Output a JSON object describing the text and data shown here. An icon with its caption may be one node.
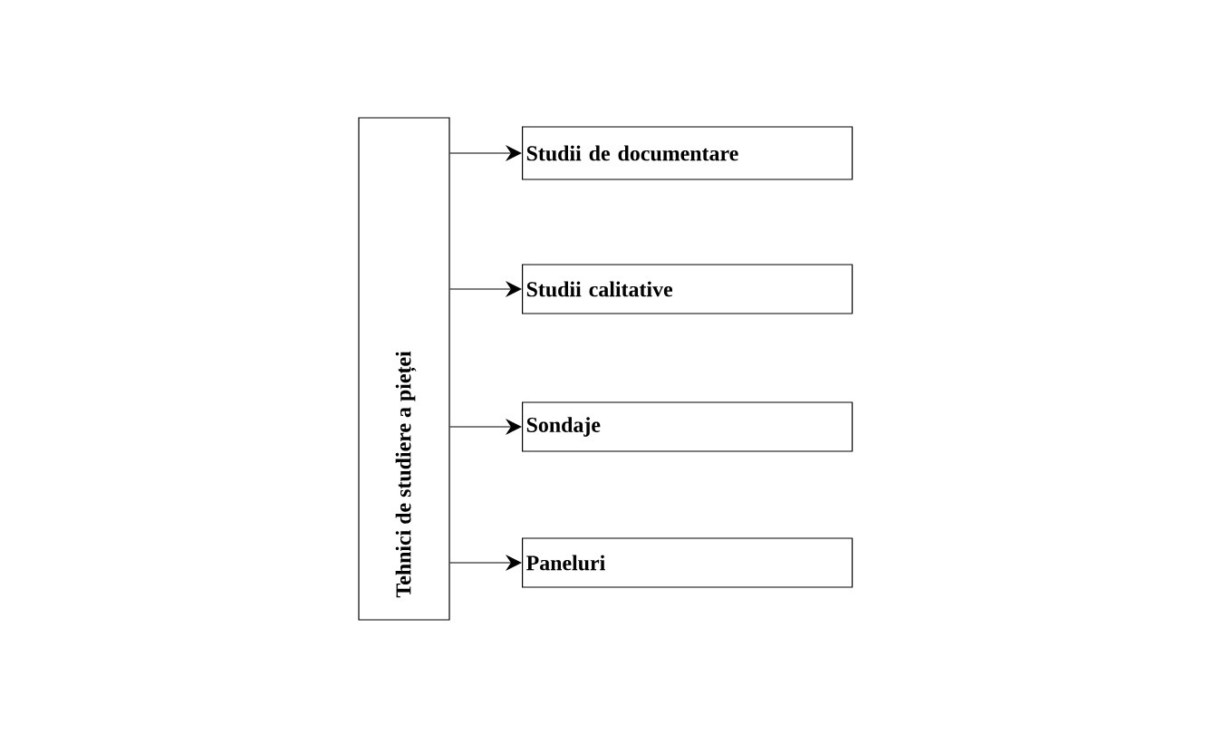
{
  "diagram": {
    "nodes": [
      {
        "text": [
          "Tehnici de studiere a pieței"
        ]
      },
      {
        "text": [
          "Studii de documentare"
        ]
      },
      {
        "text": [
          "Studii calitative"
        ]
      },
      {
        "text": [
          "Sondaje"
        ]
      },
      {
        "text": [
          "Paneluri"
        ]
      }
    ],
    "edges": [
      {
        "from": 0,
        "to": 1,
        "arrow": "to"
      },
      {
        "from": 0,
        "to": 2,
        "arrow": "to"
      },
      {
        "from": 0,
        "to": 3,
        "arrow": "to"
      },
      {
        "from": 0,
        "to": 4,
        "arrow": "to"
      }
    ]
  }
}
